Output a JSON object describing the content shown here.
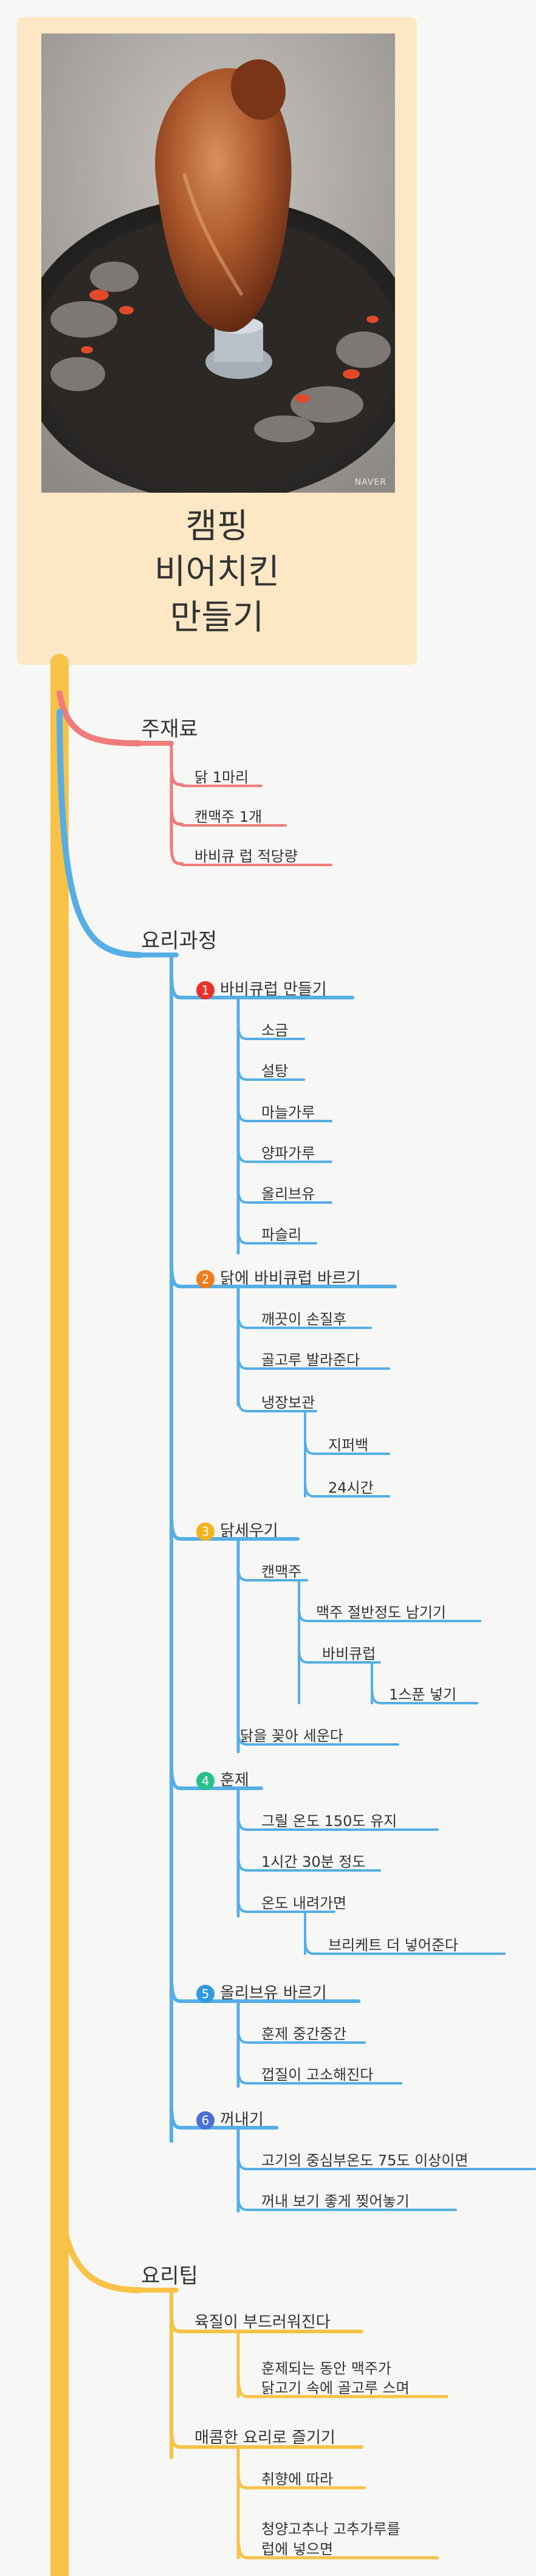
{
  "title": {
    "line1": "캠핑",
    "line2": "비어치킨",
    "line3": "만들기",
    "watermark": "NAVER"
  },
  "colors": {
    "ingredients": "#f07b7b",
    "process": "#55aee6",
    "tips": "#f8c247",
    "trunk": "#f8c247",
    "step1": "#e8332a",
    "step2": "#f07c1c",
    "step3": "#f5b31b",
    "step4": "#25c28a",
    "step5": "#2f9be0",
    "step6": "#4a6fd8"
  },
  "branches": {
    "ingredients": {
      "label": "주재료",
      "items": [
        "닭 1마리",
        "캔맥주 1개",
        "바비큐 럽 적당량"
      ]
    },
    "process": {
      "label": "요리과정",
      "steps": [
        {
          "num": "1",
          "label": "바비큐럽 만들기",
          "children": [
            "소금",
            "설탕",
            "마늘가루",
            "양파가루",
            "올리브유",
            "파슬리"
          ]
        },
        {
          "num": "2",
          "label": "닭에 바비큐럽 바르기",
          "children": [
            "깨끗이 손질후",
            "골고루 발라준다",
            "냉장보관"
          ],
          "sub": [
            "지퍼백",
            "24시간"
          ]
        },
        {
          "num": "3",
          "label": "닭세우기",
          "children": [
            "캔맥주",
            "맥주 절반정도 남기기",
            "바비큐럽",
            "1스푼 넣기",
            "닭을 꽂아 세운다"
          ]
        },
        {
          "num": "4",
          "label": "훈제",
          "children": [
            "그릴 온도 150도 유지",
            "1시간 30분 정도",
            "온도 내려가면",
            "브리케트 더 넣어준다"
          ]
        },
        {
          "num": "5",
          "label": "올리브유 바르기",
          "children": [
            "훈제 중간중간",
            "껍질이 고소해진다"
          ]
        },
        {
          "num": "6",
          "label": "꺼내기",
          "children": [
            "고기의 중심부온도 75도 이상이면",
            "꺼내 보기 좋게 찢어놓기"
          ]
        }
      ]
    },
    "tips": {
      "label": "요리팁",
      "items": [
        "육질이 부드러워진다",
        "훈제되는 동안 맥주가",
        "닭고기 속에 골고루 스며",
        "매콤한 요리로 즐기기",
        "취향에 따라",
        "청양고추나 고추가루를",
        "럽에 넣으면"
      ]
    }
  }
}
